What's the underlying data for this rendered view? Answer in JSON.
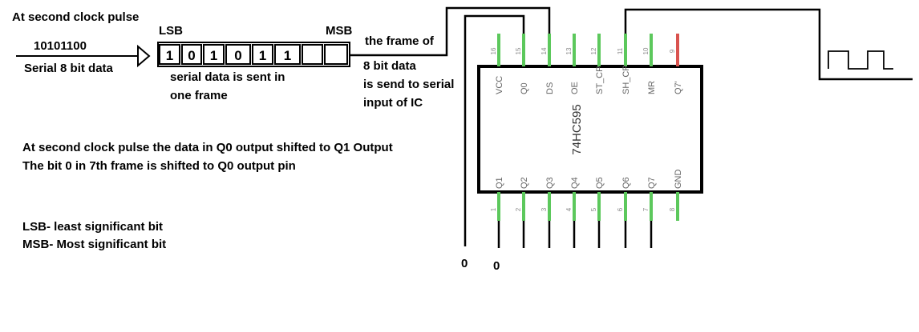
{
  "labels": {
    "clock_pulse_title": "At second clock pulse",
    "serial_value": "10101100",
    "serial_caption": "Serial 8  bit  data",
    "lsb": "LSB",
    "msb": "MSB",
    "frame_caption_1": "serial data is sent in",
    "frame_caption_2": "one frame",
    "send_1": "the frame of",
    "send_2": "8 bit  data",
    "send_3": "is send to serial",
    "send_4": "input of IC",
    "note_1": "At second clock pulse the data in Q0 output shifted to Q1 Output",
    "note_2": "The bit 0 in 7th frame is shifted to Q0 output pin",
    "legend_lsb": "LSB- least significant bit",
    "legend_msb": "MSB- Most significant bit"
  },
  "frame_bits": [
    "1",
    "0",
    "1",
    "0",
    "1",
    "1",
    "",
    ""
  ],
  "chip": {
    "name": "74HC595",
    "top_pins": [
      {
        "num": "16",
        "name": "VCC",
        "color": "#5cc85c"
      },
      {
        "num": "15",
        "name": "Q0",
        "color": "#5cc85c"
      },
      {
        "num": "14",
        "name": "DS",
        "color": "#5cc85c"
      },
      {
        "num": "13",
        "name": "OE",
        "color": "#5cc85c"
      },
      {
        "num": "12",
        "name": "ST_CP",
        "color": "#5cc85c"
      },
      {
        "num": "11",
        "name": "SH_CP",
        "color": "#5cc85c"
      },
      {
        "num": "10",
        "name": "MR",
        "color": "#5cc85c"
      },
      {
        "num": "9",
        "name": "Q7'",
        "color": "#d9534f"
      }
    ],
    "bottom_pins": [
      {
        "num": "1",
        "name": "Q1",
        "color": "#5cc85c"
      },
      {
        "num": "2",
        "name": "Q2",
        "color": "#5cc85c"
      },
      {
        "num": "3",
        "name": "Q3",
        "color": "#5cc85c"
      },
      {
        "num": "4",
        "name": "Q4",
        "color": "#5cc85c"
      },
      {
        "num": "5",
        "name": "Q5",
        "color": "#5cc85c"
      },
      {
        "num": "6",
        "name": "Q6",
        "color": "#5cc85c"
      },
      {
        "num": "7",
        "name": "Q7",
        "color": "#5cc85c"
      },
      {
        "num": "8",
        "name": "GND",
        "color": "#5cc85c"
      }
    ]
  },
  "outputs": {
    "q0_value": "0",
    "q1_value": "0"
  }
}
